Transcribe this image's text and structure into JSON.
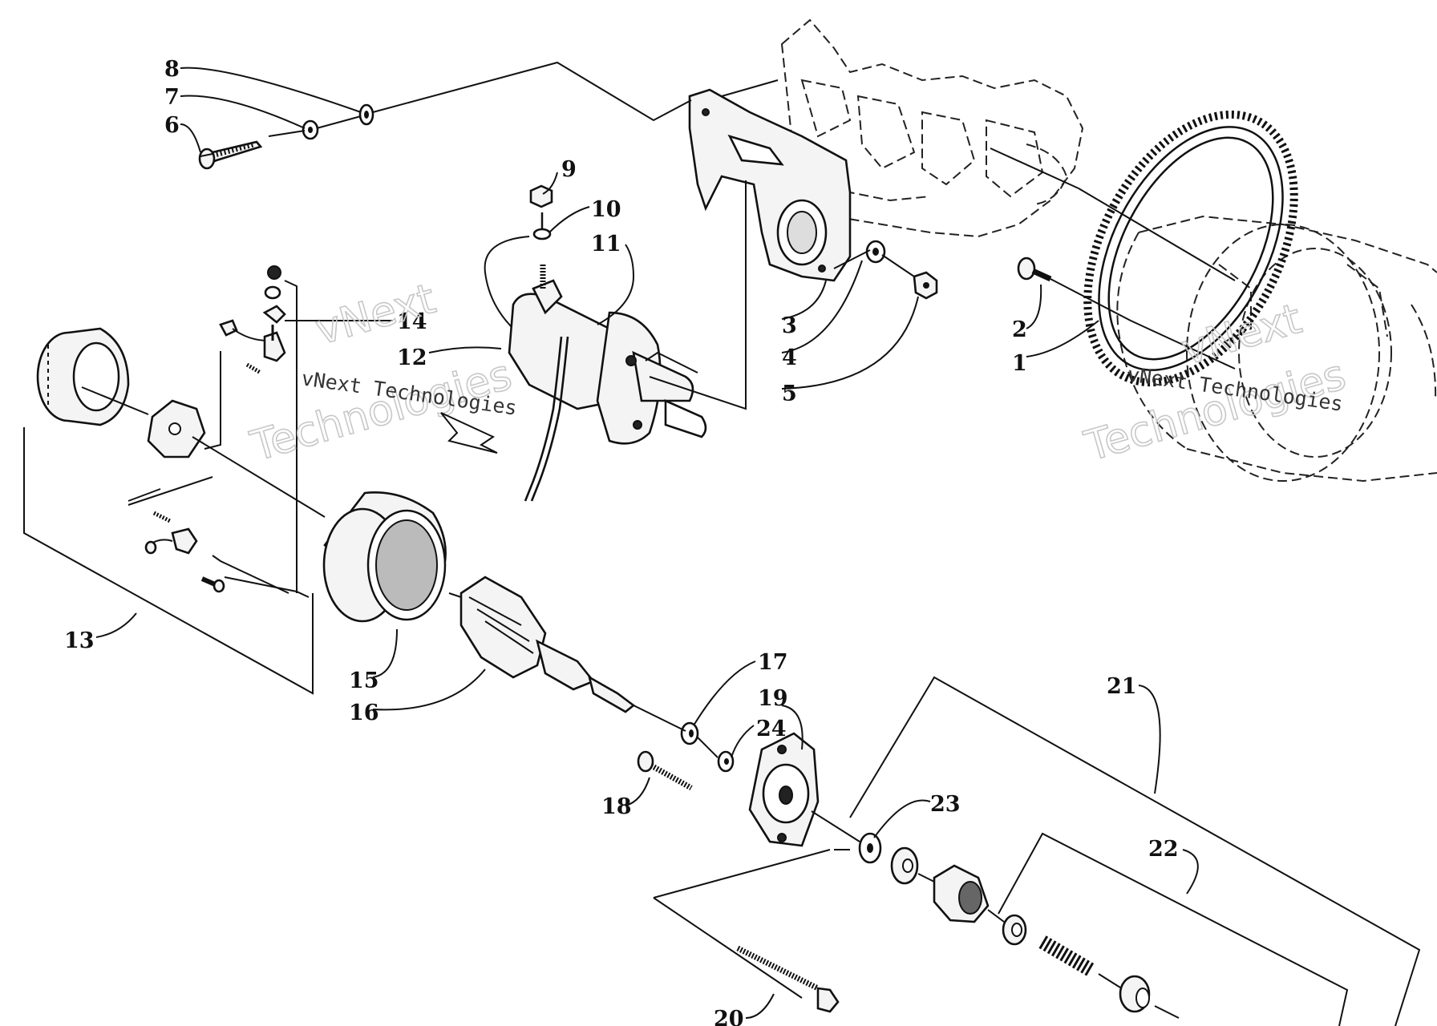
{
  "diagram": {
    "watermark": {
      "line": "vNext Technologies",
      "big_top": "vNext",
      "big_bottom": "Technologies"
    },
    "callouts": [
      {
        "id": "1",
        "label": "1"
      },
      {
        "id": "2",
        "label": "2"
      },
      {
        "id": "3",
        "label": "3"
      },
      {
        "id": "4",
        "label": "4"
      },
      {
        "id": "5",
        "label": "5"
      },
      {
        "id": "6",
        "label": "6"
      },
      {
        "id": "7",
        "label": "7"
      },
      {
        "id": "8",
        "label": "8"
      },
      {
        "id": "9",
        "label": "9"
      },
      {
        "id": "10",
        "label": "10"
      },
      {
        "id": "11",
        "label": "11"
      },
      {
        "id": "12",
        "label": "12"
      },
      {
        "id": "13",
        "label": "13"
      },
      {
        "id": "14",
        "label": "14"
      },
      {
        "id": "15",
        "label": "15"
      },
      {
        "id": "16",
        "label": "16"
      },
      {
        "id": "17",
        "label": "17"
      },
      {
        "id": "18",
        "label": "18"
      },
      {
        "id": "19",
        "label": "19"
      },
      {
        "id": "20",
        "label": "20"
      },
      {
        "id": "21",
        "label": "21"
      },
      {
        "id": "22",
        "label": "22"
      },
      {
        "id": "23",
        "label": "23"
      },
      {
        "id": "24",
        "label": "24"
      }
    ]
  }
}
